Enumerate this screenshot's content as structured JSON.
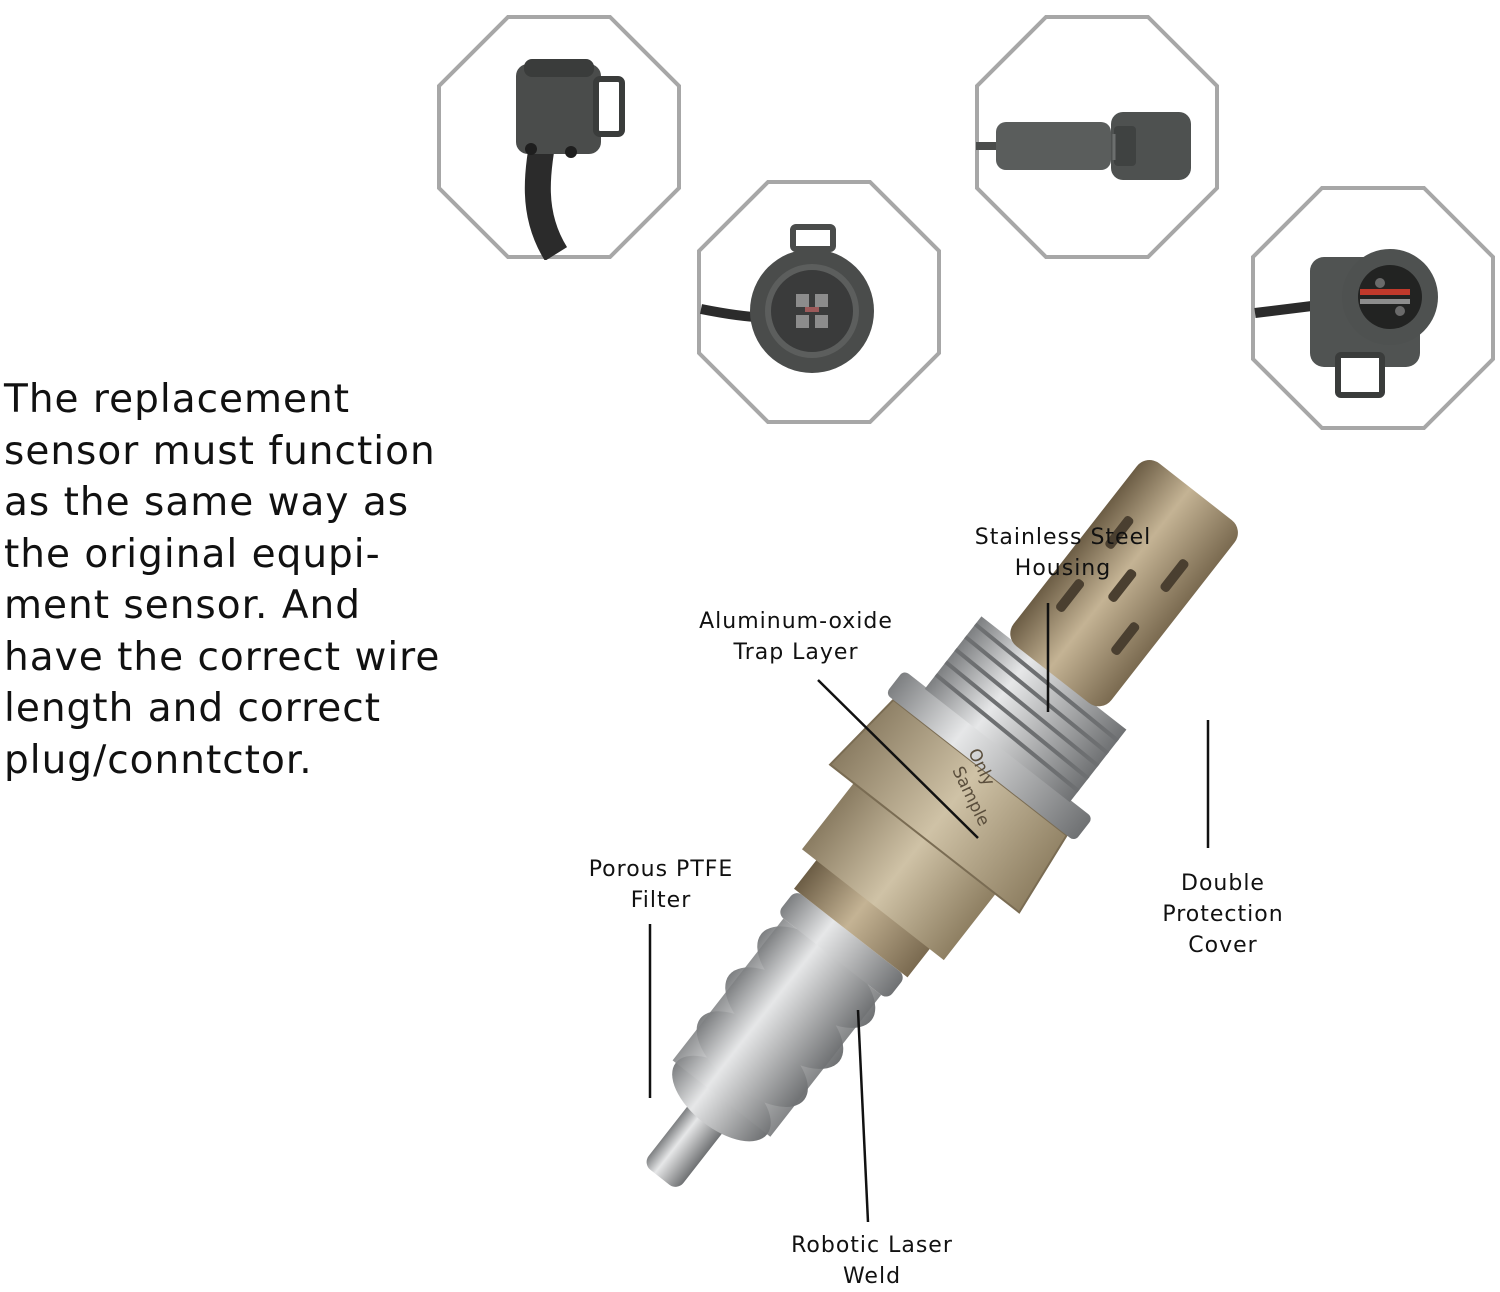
{
  "description": {
    "lines": [
      "The replacement",
      "sensor must function",
      "as the same way as",
      "the original equpi-",
      "ment sensor. And",
      "have the correct wire",
      "length and correct",
      "plug/conntctor."
    ]
  },
  "sensor_stamp": {
    "line1": "Only",
    "line2": "Sample"
  },
  "labels": {
    "housing": {
      "line1": "Stainless Steel",
      "line2": "Housing"
    },
    "trap_layer": {
      "line1": "Aluminum-oxide",
      "line2": "Trap Layer"
    },
    "filter": {
      "line1": "Porous PTFE",
      "line2": "Filter"
    },
    "cover": {
      "line1": "Double",
      "line2": "Protection",
      "line3": "Cover"
    },
    "weld": {
      "line1": "Robotic Laser",
      "line2": "Weld"
    }
  },
  "connectors": [
    {
      "icon": "connector-side-clip-icon"
    },
    {
      "icon": "connector-front-pins-icon"
    },
    {
      "icon": "connector-inline-plug-icon"
    },
    {
      "icon": "connector-red-wire-icon"
    }
  ],
  "colors": {
    "frame": "#a7a7a7",
    "connector": "#4a4c4b",
    "sensor_metal": "#b9babb",
    "sensor_bronze": "#8a7a5e"
  }
}
